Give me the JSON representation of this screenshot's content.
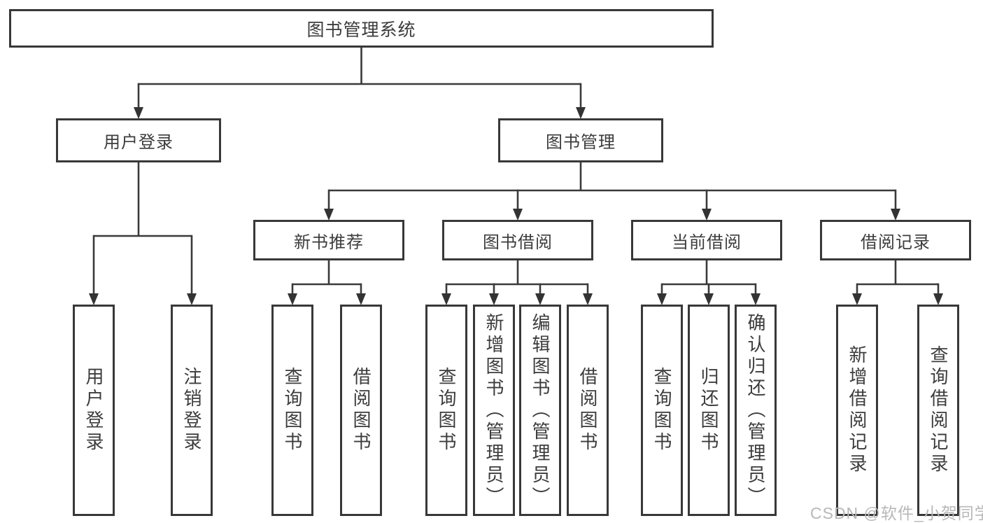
{
  "diagram_title": "图书管理系统",
  "tree": {
    "root": {
      "label": "图书管理系统"
    },
    "user_login": {
      "label": "用户登录",
      "children": [
        {
          "label": "用户登录"
        },
        {
          "label": "注销登录"
        }
      ]
    },
    "book_mgmt": {
      "label": "图书管理",
      "children": [
        {
          "label": "新书推荐",
          "children": [
            {
              "label": "查询图书"
            },
            {
              "label": "借阅图书"
            }
          ]
        },
        {
          "label": "图书借阅",
          "children": [
            {
              "label": "查询图书"
            },
            {
              "label": "新增图书（管理员）"
            },
            {
              "label": "编辑图书（管理员）"
            },
            {
              "label": "借阅图书"
            }
          ]
        },
        {
          "label": "当前借阅",
          "children": [
            {
              "label": "查询图书"
            },
            {
              "label": "归还图书"
            },
            {
              "label": "确认归还（管理员）"
            }
          ]
        },
        {
          "label": "借阅记录",
          "children": [
            {
              "label": "新增借阅记录"
            },
            {
              "label": "查询借阅记录"
            }
          ]
        }
      ]
    }
  },
  "watermark": "CSDN @软件_小贺同学",
  "colors": {
    "line": "#3a3a3a",
    "box_border": "#383838",
    "text": "#3c3c3c",
    "watermark": "#b8b8b8",
    "background": "#ffffff"
  }
}
